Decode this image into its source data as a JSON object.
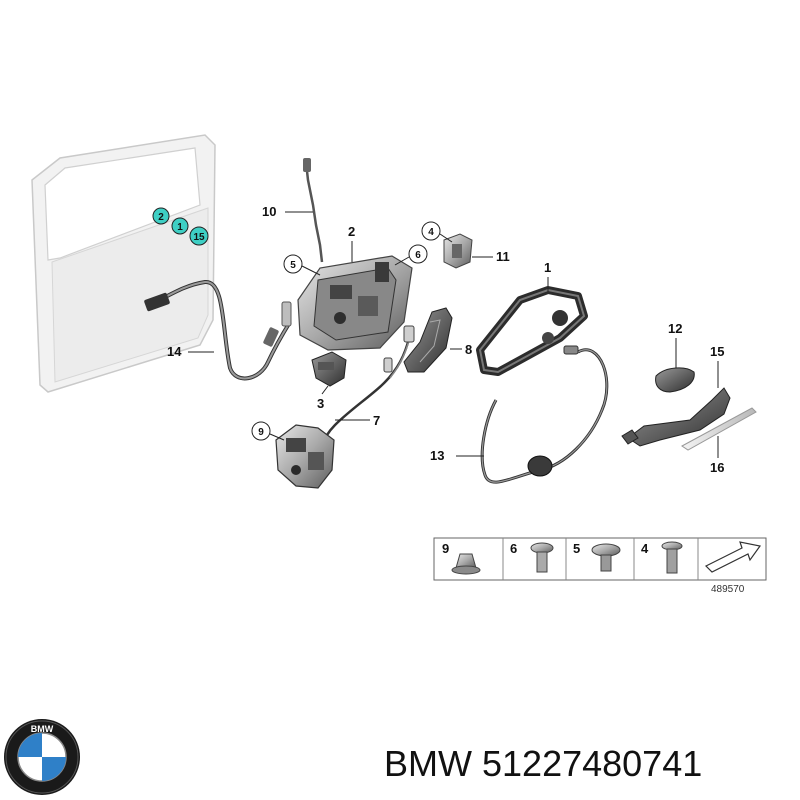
{
  "diagram": {
    "callouts": {
      "c1": "1",
      "c2": "2",
      "c3": "3",
      "c4": "4",
      "c5": "5",
      "c6": "6",
      "c7": "7",
      "c8": "8",
      "c9": "9",
      "c10": "10",
      "c11": "11",
      "c12": "12",
      "c13": "13",
      "c14": "14",
      "c15": "15",
      "c16": "16"
    },
    "door_markers": {
      "m2": "2",
      "m1": "1",
      "m15": "15"
    },
    "fastener_legend": {
      "items": [
        {
          "number": "9",
          "icon": "nut-icon"
        },
        {
          "number": "6",
          "icon": "bolt-icon"
        },
        {
          "number": "5",
          "icon": "screw-icon"
        },
        {
          "number": "4",
          "icon": "pin-bolt-icon"
        }
      ],
      "reference_number": "489570"
    },
    "colors": {
      "marker_fill": "#3ecfc4",
      "line": "#222222"
    }
  },
  "caption": {
    "brand": "BMW",
    "part_number": "51227480741"
  }
}
